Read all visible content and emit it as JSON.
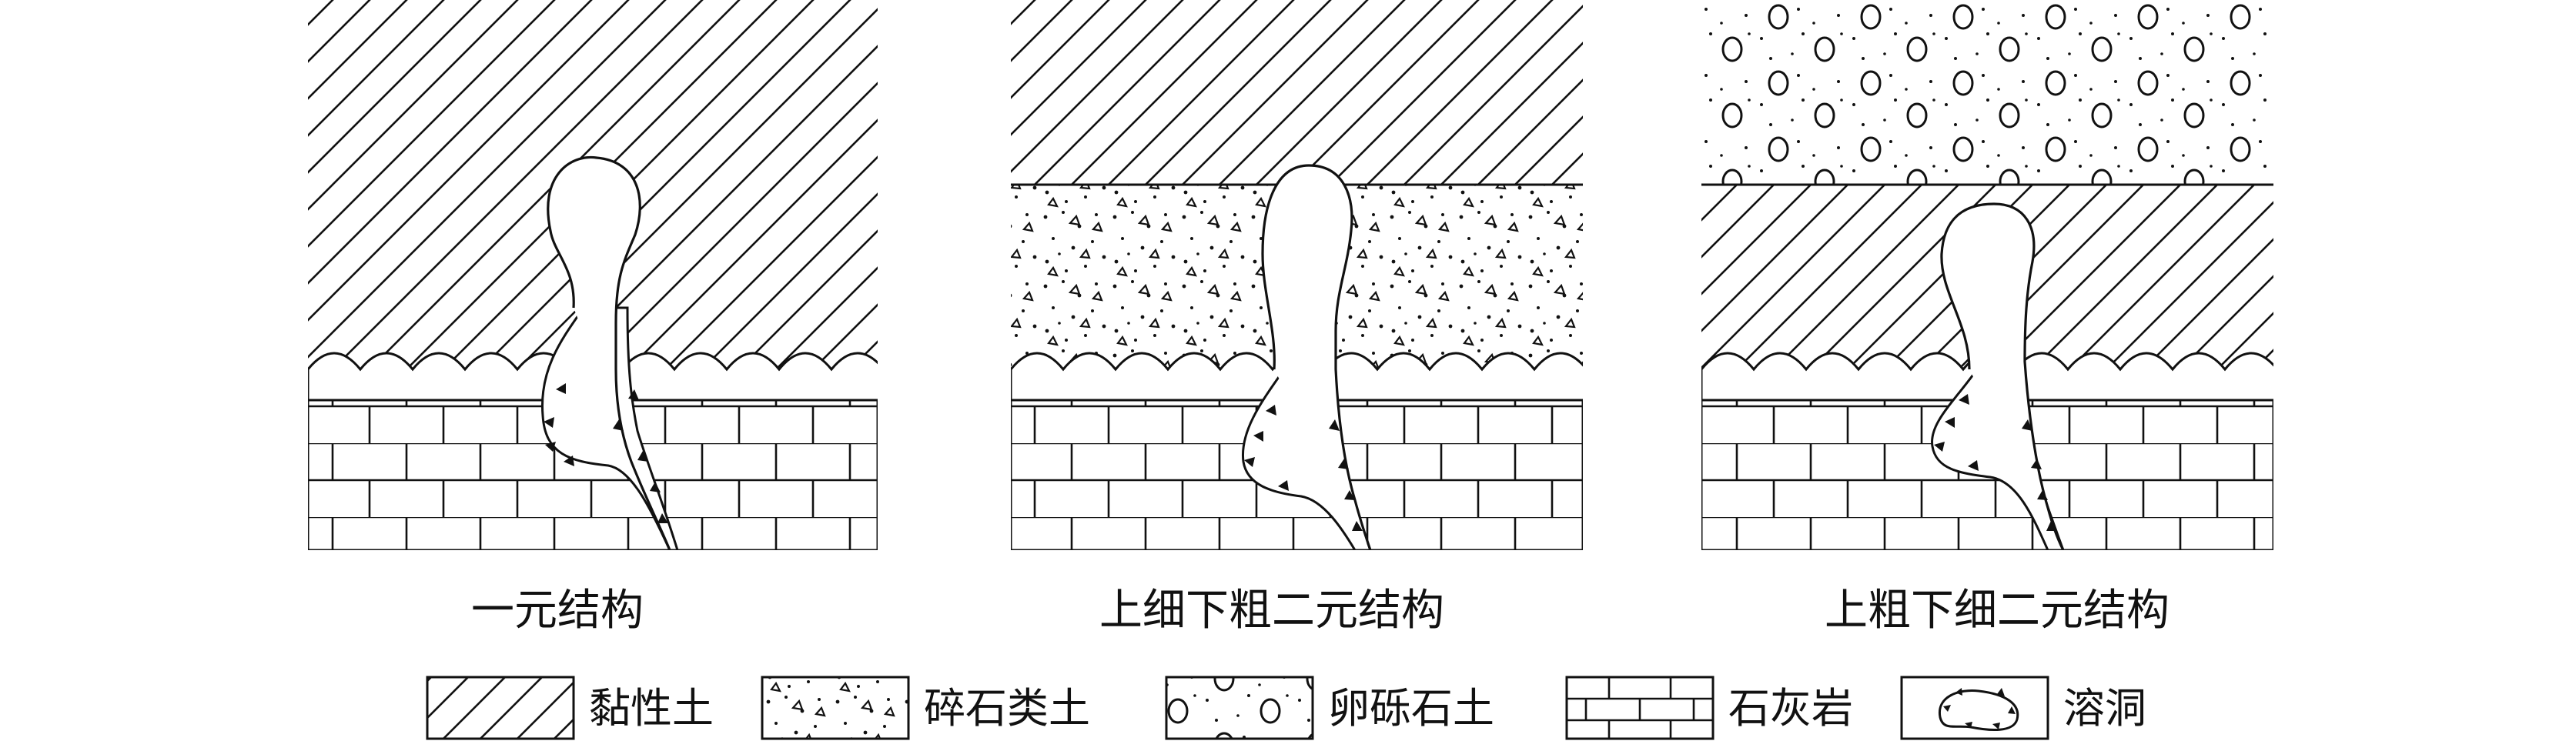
{
  "diagrams": [
    {
      "caption": "一元结构"
    },
    {
      "caption": "上细下粗二元结构"
    },
    {
      "caption": "上粗下细二元结构"
    }
  ],
  "legend": [
    {
      "label": "黏性土",
      "pattern": "clay"
    },
    {
      "label": "碎石类土",
      "pattern": "gravel"
    },
    {
      "label": "卵砾石土",
      "pattern": "cobble"
    },
    {
      "label": "石灰岩",
      "pattern": "limestone"
    },
    {
      "label": "溶洞",
      "pattern": "cave"
    }
  ],
  "colors": {
    "ink": "#111111",
    "background": "#ffffff"
  }
}
